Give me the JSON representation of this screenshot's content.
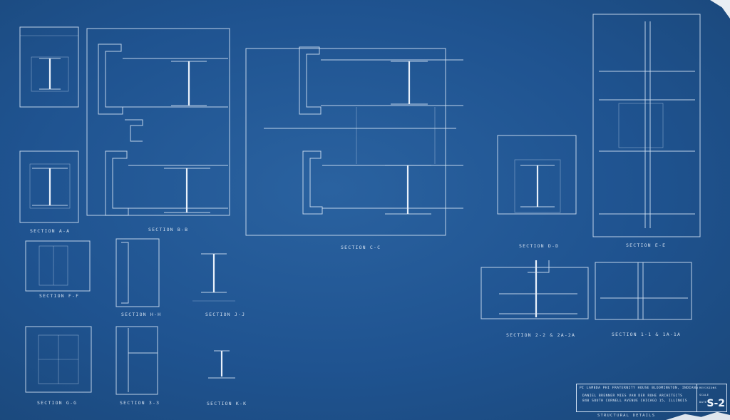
{
  "sections": {
    "a": "SECTION A-A",
    "b": "SECTION B-B",
    "c": "SECTION C-C",
    "d": "SECTION D-D",
    "e": "SECTION E-E",
    "f": "SECTION F-F",
    "h": "SECTION H-H",
    "j": "SECTION J-J",
    "g": "SECTION G-G",
    "s": "SECTION 3-3",
    "k": "SECTION K-K",
    "two": "SECTION 2-2 & 2A-2A",
    "one": "SECTION 1-1 & 1A-1A"
  },
  "title_block": {
    "project": "PI LAMBDA PHI FRATERNITY HOUSE  BLOOMINGTON, INDIANA",
    "architect": "DANIEL BRENNER  MIES VAN DER ROHE  ARCHITECTS",
    "address": "840 SOUTH CORNELL AVENUE  CHICAGO 15, ILLINOIS",
    "sheet_title": "STRUCTURAL DETAILS",
    "sheet_number": "S-2",
    "revisions_label": "REVISIONS",
    "scale_label": "SCALE",
    "date_label": "DATE"
  }
}
